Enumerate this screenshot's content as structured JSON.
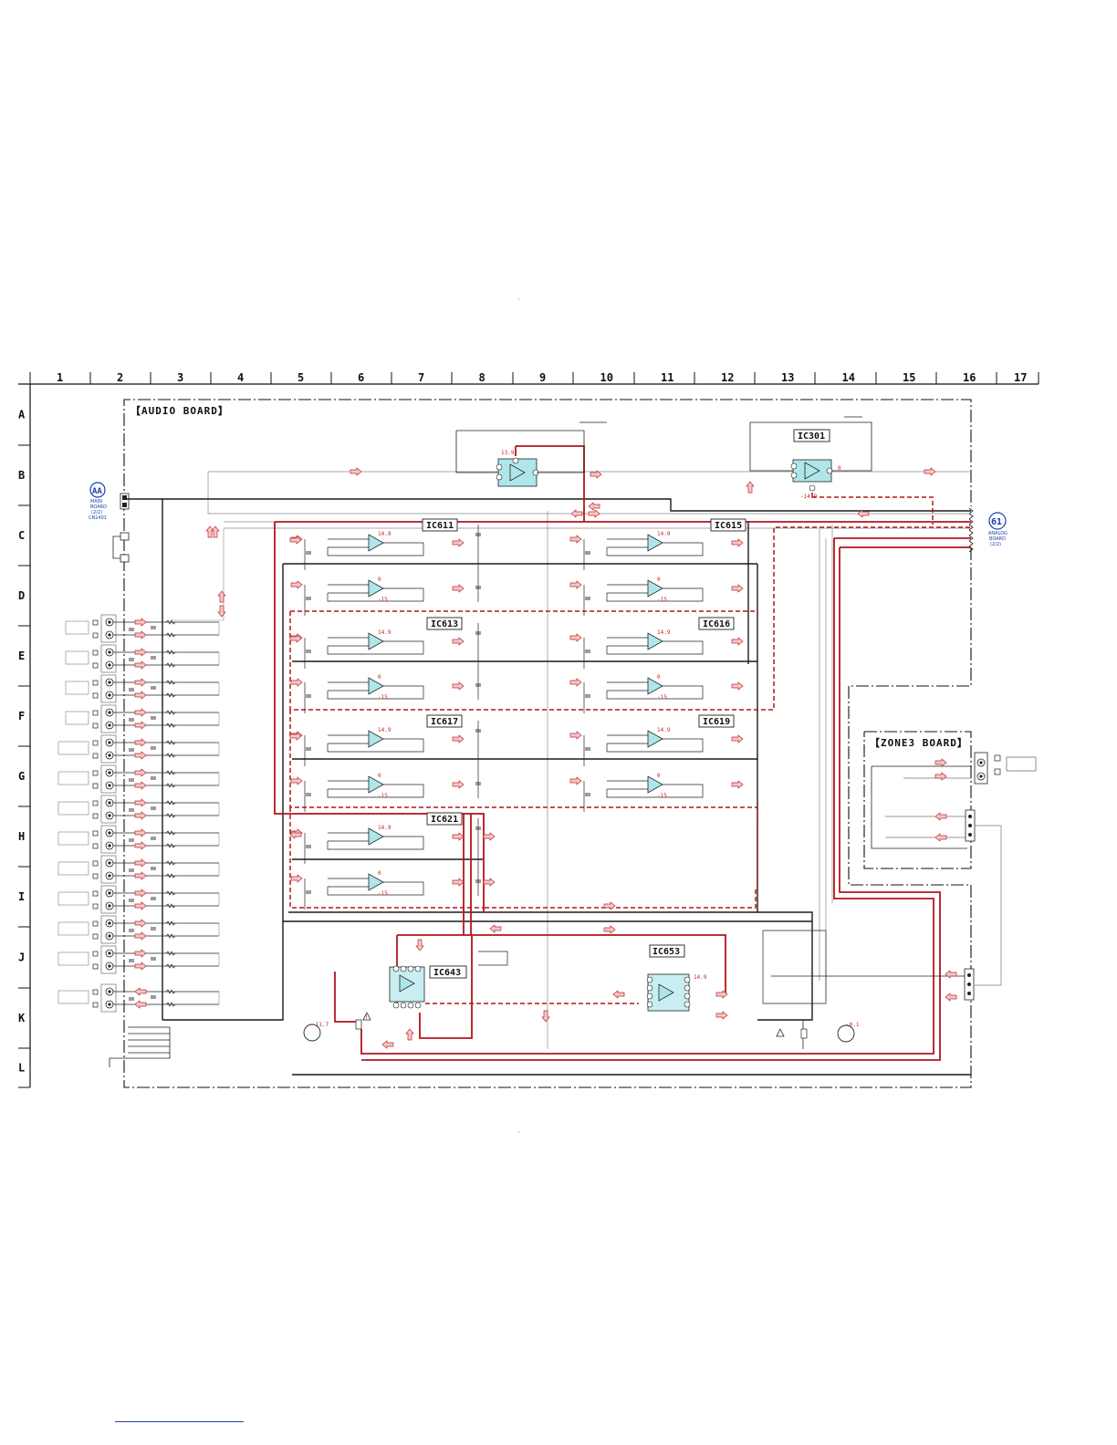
{
  "diagram": {
    "top_mark": "·",
    "bottom_mark": "·",
    "columns": [
      "1",
      "2",
      "3",
      "4",
      "5",
      "6",
      "7",
      "8",
      "9",
      "10",
      "11",
      "12",
      "13",
      "14",
      "15",
      "16",
      "17"
    ],
    "rows": [
      "A",
      "B",
      "C",
      "D",
      "E",
      "F",
      "G",
      "H",
      "I",
      "J",
      "K",
      "L"
    ],
    "boards": {
      "audio": "【AUDIO BOARD】",
      "zone3": "【ZONE3 BOARD】"
    },
    "ics": {
      "ic301": "IC301",
      "ic611": "IC611",
      "ic615": "IC615",
      "ic613": "IC613",
      "ic616": "IC616",
      "ic617": "IC617",
      "ic619": "IC619",
      "ic621": "IC621",
      "ic643": "IC643",
      "ic653": "IC653"
    },
    "connector_aa": {
      "badge": "AA",
      "line1": "MAIN",
      "line2": "BOARD",
      "line3": "(2/2)",
      "line4": "CN1401"
    },
    "connector_61": {
      "badge": "61",
      "line1": "ANALOG",
      "line2": "BOARD",
      "line3": "(2/2)"
    },
    "voltages": {
      "pos": "14.9",
      "neg": "-15",
      "zero": "0",
      "top": "13.9",
      "ic301_neg": "-14.9",
      "ic653_pos": "14.9",
      "q1": "-11.7",
      "q2": "-0.1"
    },
    "colors": {
      "line": "#1a1a1a",
      "wire_gray": "#8a8a8a",
      "signal_red": "#b3161b",
      "arrow_fill": "#f2c9c9",
      "arrow_stroke": "#c0282b",
      "opamp_fill": "#aee6ea",
      "ic_box_fill": "#c8eef2",
      "badge_blue": "#1a3fae"
    }
  }
}
